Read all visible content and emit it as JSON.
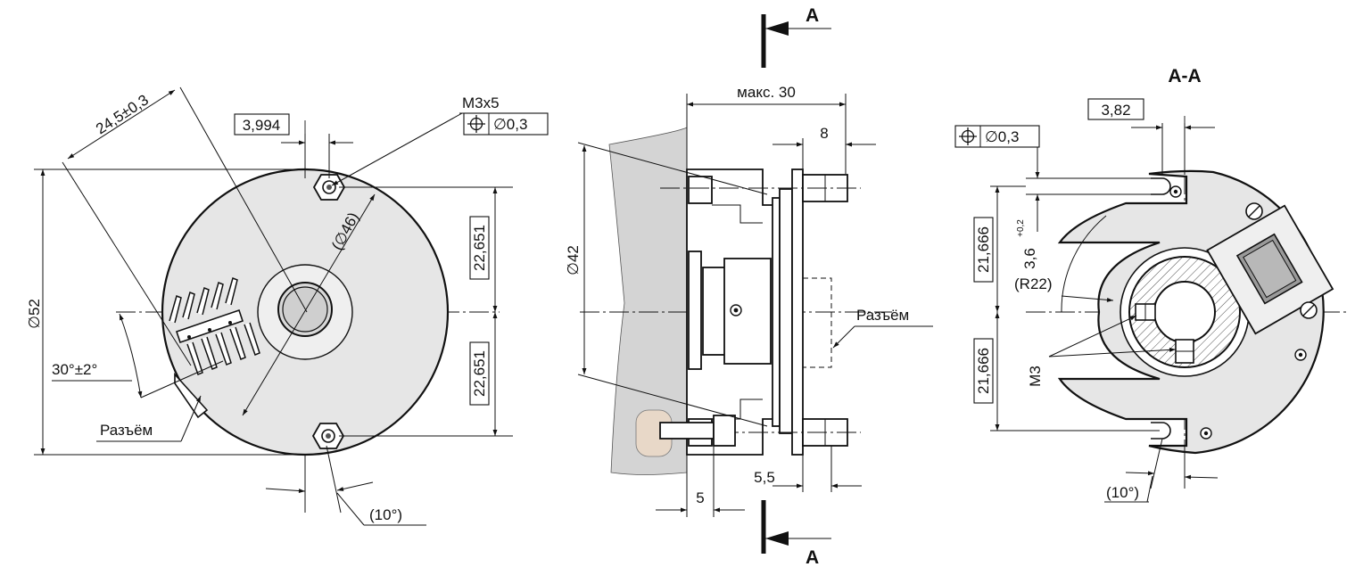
{
  "front_view": {
    "dim_hole_offset": "3,994",
    "dim_diagonal": "24,5±0,3",
    "thread_label": "M3x5",
    "position_tolerance": "∅0,3",
    "pitch_circle": "(∅46)",
    "diameter": "∅52",
    "dim_upper": "22,651",
    "dim_lower": "22,651",
    "connector_angle": "30°±2°",
    "connector_label": "Разъём",
    "hole_angle": "(10°)"
  },
  "side_view": {
    "section_marker": "A",
    "max_length": "макс. 30",
    "dim_shaft": "8",
    "diameter": "∅42",
    "connector_label": "Разъём",
    "dim_flange": "5",
    "dim_step": "5,5"
  },
  "section_view": {
    "title": "A-A",
    "dim_top": "3,82",
    "position_tolerance": "∅0,3",
    "dim_upper": "21,666",
    "dim_lower": "21,666",
    "slot_width": "3,6",
    "slot_tolerance": "+0,2",
    "radius": "(R22)",
    "thread": "M3",
    "angle": "(10°)"
  },
  "icons": [
    "position-tolerance-icon",
    "position-tolerance-icon"
  ]
}
